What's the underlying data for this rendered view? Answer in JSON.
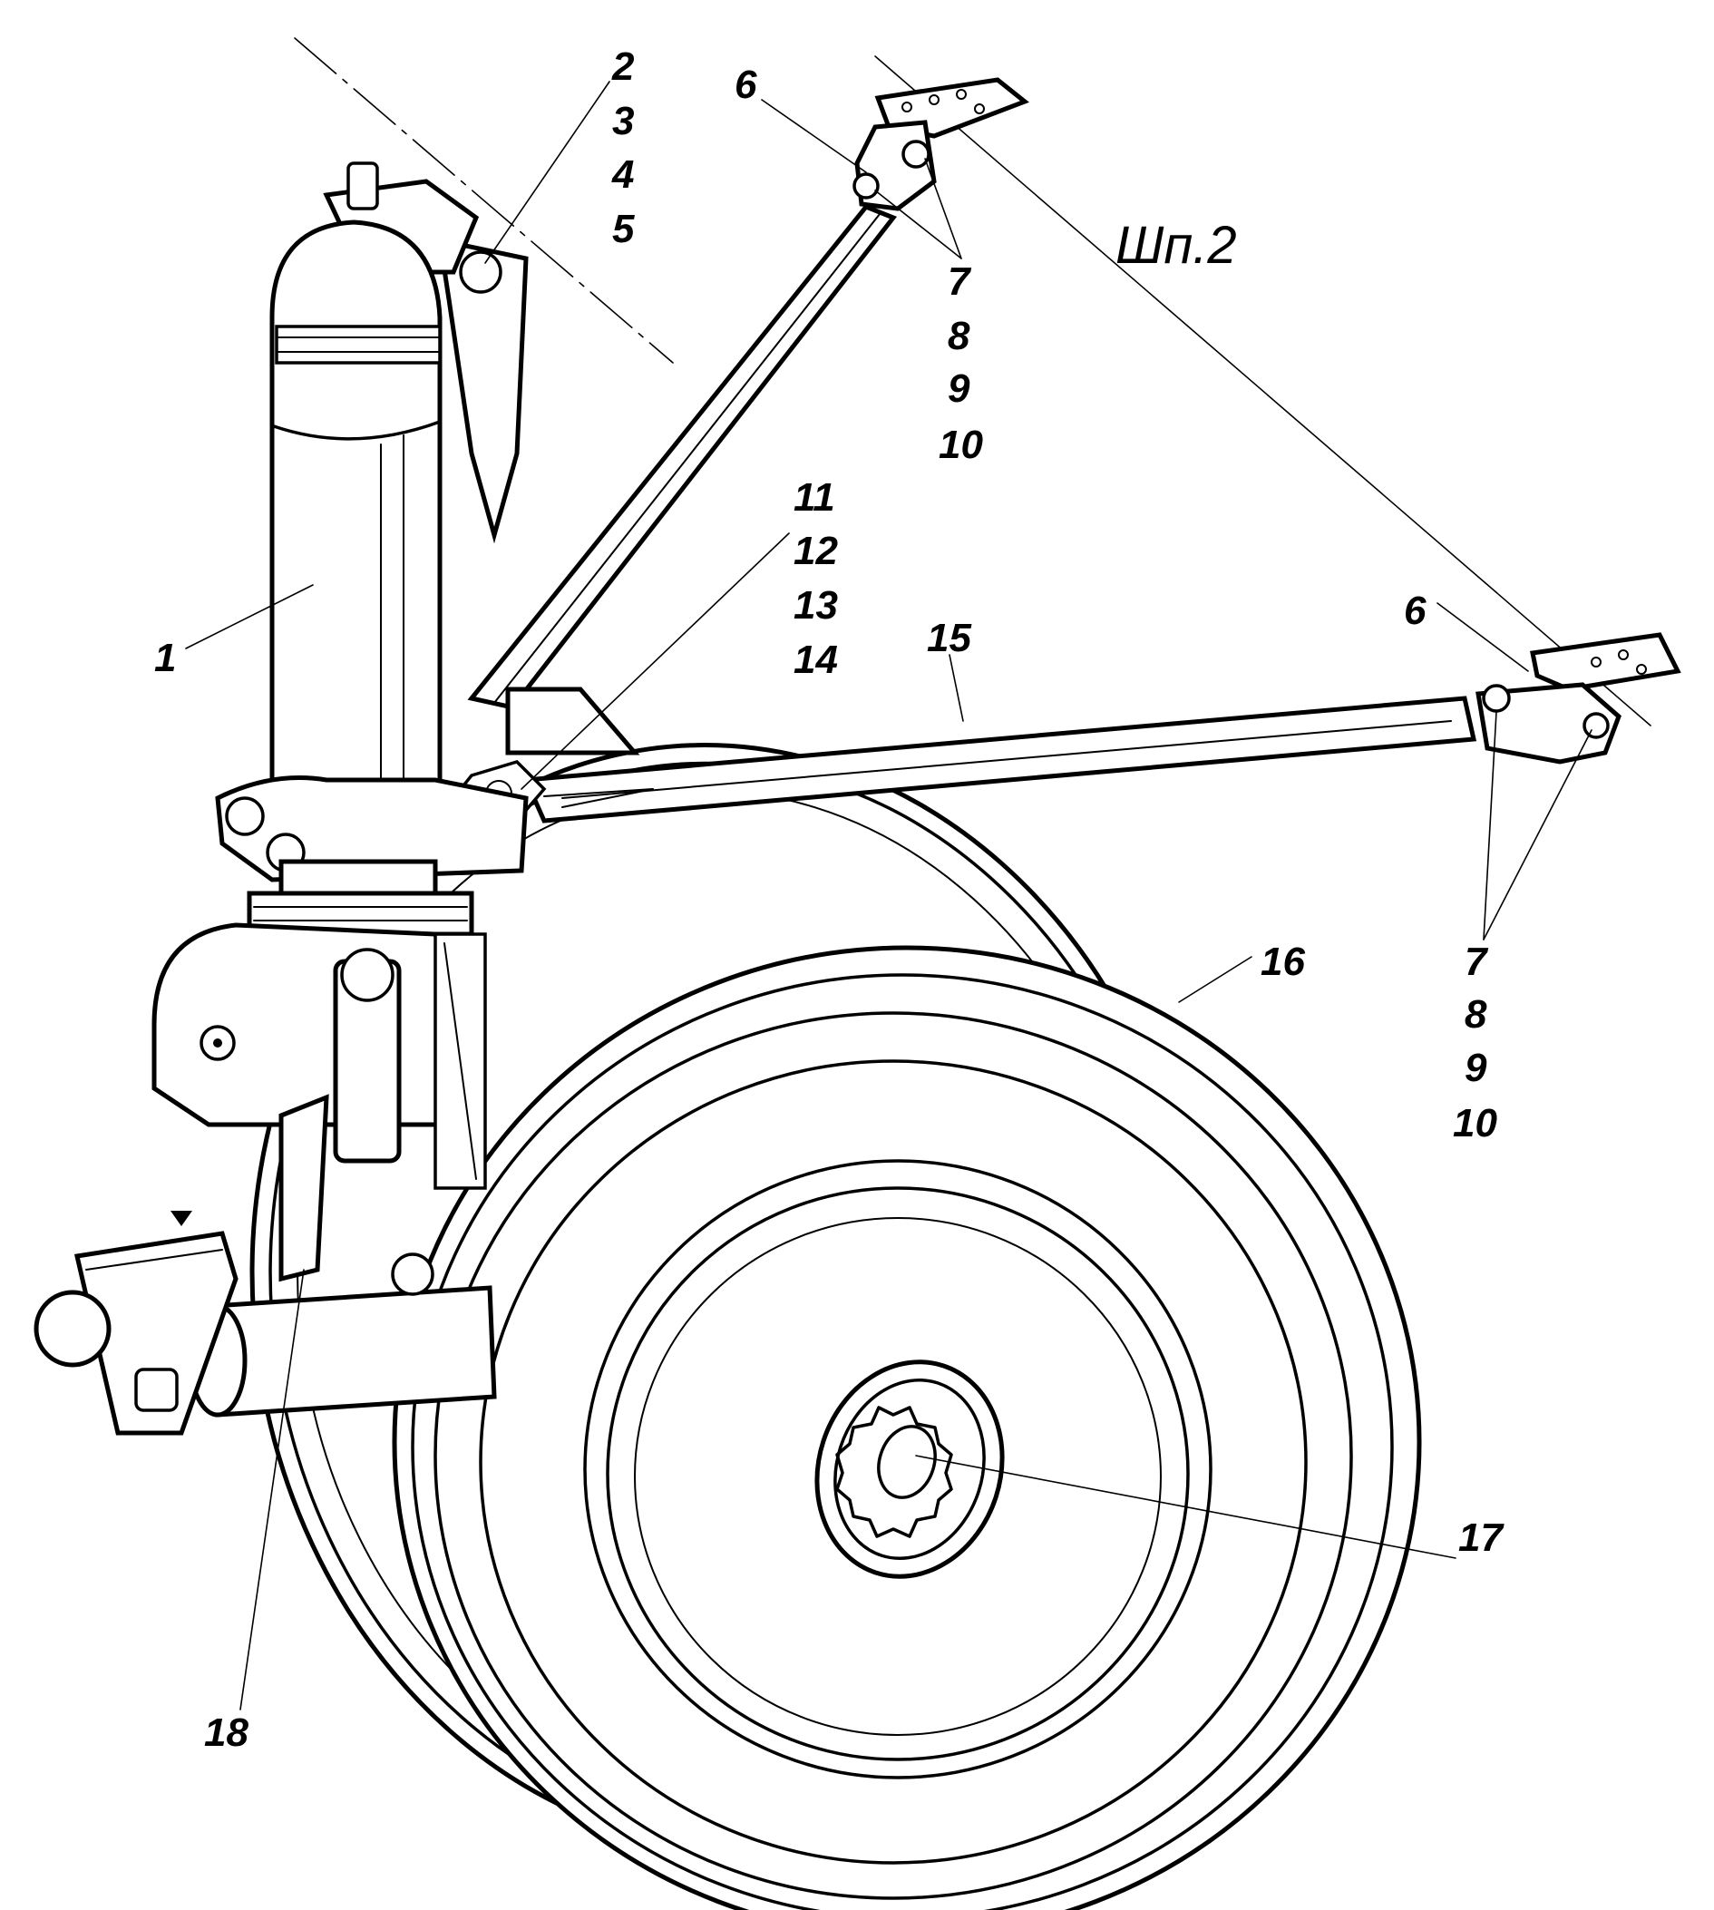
{
  "figure": {
    "type": "technical-illustration",
    "subject": "aircraft main landing gear (line drawing, numbered callouts)",
    "frame_label": "Шп.2",
    "callouts": [
      {
        "id": "c1",
        "text": "1"
      },
      {
        "id": "c2",
        "text": "2"
      },
      {
        "id": "c3",
        "text": "3"
      },
      {
        "id": "c4",
        "text": "4"
      },
      {
        "id": "c5",
        "text": "5"
      },
      {
        "id": "c6a",
        "text": "6"
      },
      {
        "id": "c7a",
        "text": "7"
      },
      {
        "id": "c8a",
        "text": "8"
      },
      {
        "id": "c9a",
        "text": "9"
      },
      {
        "id": "c10a",
        "text": "10"
      },
      {
        "id": "c11",
        "text": "11"
      },
      {
        "id": "c12",
        "text": "12"
      },
      {
        "id": "c13",
        "text": "13"
      },
      {
        "id": "c14",
        "text": "14"
      },
      {
        "id": "c15",
        "text": "15"
      },
      {
        "id": "c6b",
        "text": "6"
      },
      {
        "id": "c7b",
        "text": "7"
      },
      {
        "id": "c8b",
        "text": "8"
      },
      {
        "id": "c9b",
        "text": "9"
      },
      {
        "id": "c10b",
        "text": "10"
      },
      {
        "id": "c16",
        "text": "16"
      },
      {
        "id": "c17",
        "text": "17"
      },
      {
        "id": "c18",
        "text": "18"
      }
    ],
    "parts": [
      {
        "callout": "1",
        "name": "shock-strut-cylinder"
      },
      {
        "callout": "2-5",
        "name": "upper-strut-attachment-bolt"
      },
      {
        "callout": "6",
        "name": "strut-brace-fitting"
      },
      {
        "callout": "7-10",
        "name": "fitting-pins"
      },
      {
        "callout": "11-14",
        "name": "brace-to-strut-joint"
      },
      {
        "callout": "15",
        "name": "side-brace-rod"
      },
      {
        "callout": "16",
        "name": "wheel-tire"
      },
      {
        "callout": "17",
        "name": "wheel-hub-nut"
      },
      {
        "callout": "18",
        "name": "axle-lever"
      }
    ]
  }
}
